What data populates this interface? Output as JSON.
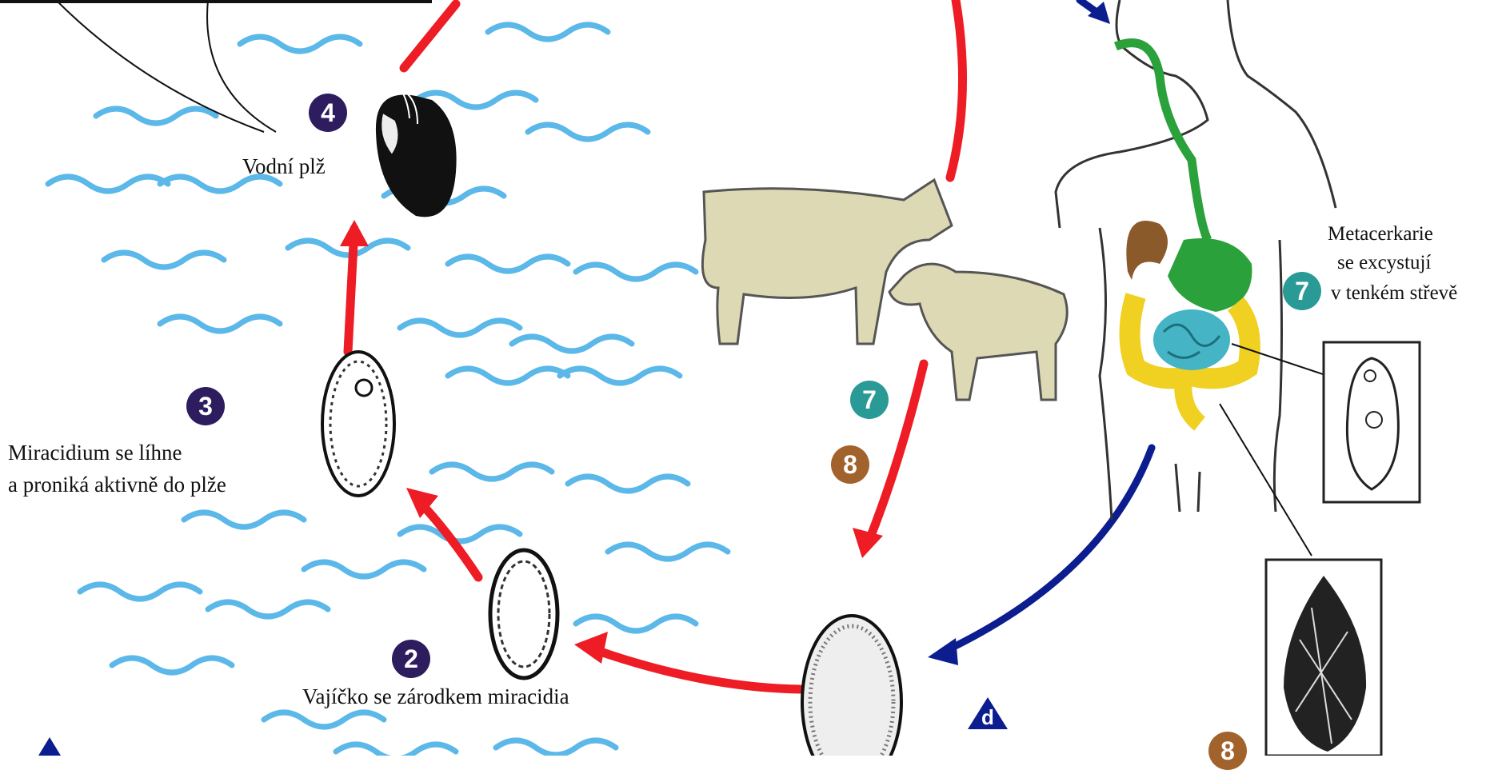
{
  "labels": {
    "snail": "Vodní plž",
    "miracidium_line1": "Miracidium se líhne",
    "miracidium_line2": "a proniká aktivně do plže",
    "egg": "Vajíčko se zárodkem miracidia",
    "metacercariae_line1": "Metacerkarie",
    "metacercariae_line2": "se excystují",
    "metacercariae_line3": "v tenkém střevě"
  },
  "steps": {
    "snail": "4",
    "miracidium": "3",
    "egg": "2",
    "excyst": "7",
    "animal_a": "7",
    "animal_b": "8",
    "adult": "8",
    "diagnostic": "d"
  },
  "colors": {
    "water": "#5bb8e8",
    "arrow_red": "#ee1c25",
    "arrow_blue": "#0b1d8f",
    "badge_purple": "#2d1c5e",
    "badge_teal": "#2a9a96",
    "badge_brown": "#a2622c",
    "animal_fill": "#dcd9b4",
    "gut_green": "#2aa13a",
    "intestine_yellow": "#f0d021",
    "small_intestine": "#45b4c4",
    "liver": "#8b5a2b"
  }
}
